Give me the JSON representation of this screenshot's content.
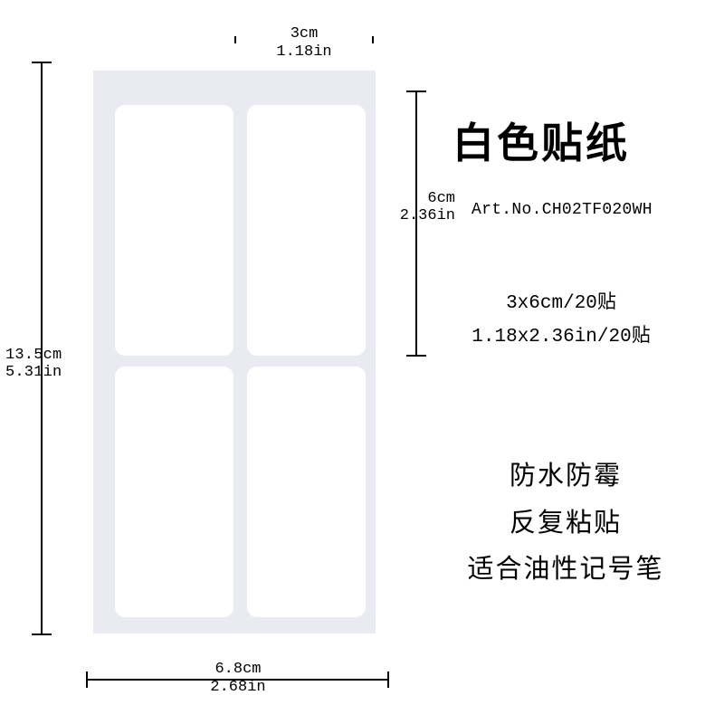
{
  "product": {
    "title": "白色贴纸",
    "article_number": "Art.No.CH02TF020WH",
    "size_metric": "3x6cm/20贴",
    "size_imperial": "1.18x2.36in/20贴",
    "features": [
      "防水防霉",
      "反复粘贴",
      "适合油性记号笔"
    ]
  },
  "dimensions": {
    "label_width": {
      "cm": "3cm",
      "in": "1.18in"
    },
    "label_height": {
      "cm": "6cm",
      "in": "2.36in"
    },
    "sheet_height": {
      "cm": "13.5cm",
      "in": "5.31in"
    },
    "sheet_width": {
      "cm": "6.8cm",
      "in": "2.68in"
    }
  },
  "sheet": {
    "backing_color": "#eaeaf3",
    "label_color": "#ffffff",
    "rows": 2,
    "columns": 2,
    "label_count": 4
  },
  "colors": {
    "line": "#000000",
    "text": "#000000",
    "background": "#ffffff"
  }
}
